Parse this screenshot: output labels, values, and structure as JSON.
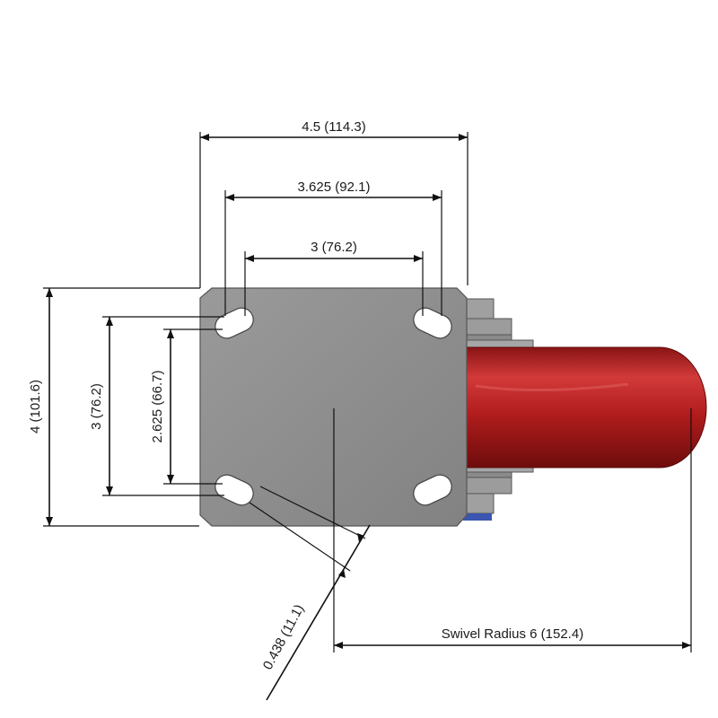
{
  "diagram": {
    "colors": {
      "plate": "#8e8e8e",
      "plate_edge": "#5a5a5a",
      "wheel_red": "#b32020",
      "wheel_dark": "#7a1010",
      "bracket": "#9a9a9a",
      "line": "#111111",
      "bearing_blue": "#3a56b0"
    },
    "dimensions": {
      "overall_width": "4.5 (114.3)",
      "hole_span_outer": "3.625 (92.1)",
      "hole_span_inner": "3 (76.2)",
      "overall_height": "4 (101.6)",
      "hole_height_outer": "3 (76.2)",
      "hole_height_inner": "2.625 (66.7)",
      "slot_width": "0.438 (11.1)",
      "swivel_radius": "Swivel Radius 6 (152.4)"
    }
  }
}
